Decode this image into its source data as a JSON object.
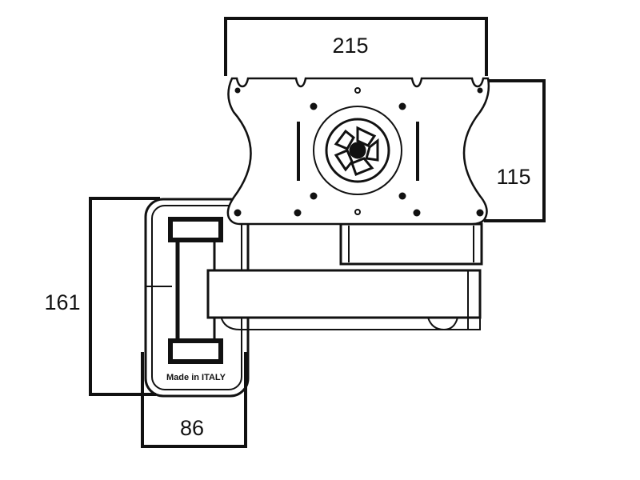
{
  "title": "Wall mount dimensions",
  "dimensions": {
    "plate_width": "215",
    "plate_height": "115",
    "wall_plate_height": "161",
    "wall_plate_width": "86"
  },
  "marking": "Made in ITALY",
  "colors": {
    "line": "#111111",
    "background": "#ffffff"
  }
}
